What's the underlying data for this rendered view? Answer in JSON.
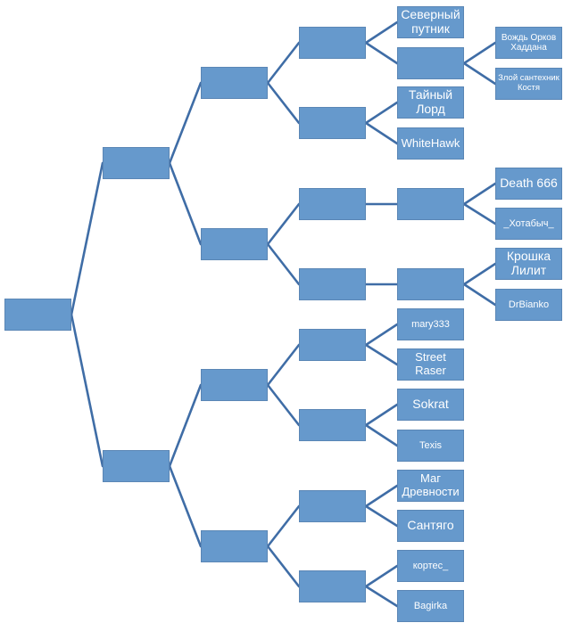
{
  "players": {
    "severny_putnik": "Северный путник",
    "vozhd_orkov": "Вождь Орков Хаддана",
    "zloy_santehnik": "Злой сантехник Костя",
    "tayny_lord": "Тайный Лорд",
    "whitehawk": "WhiteHawk",
    "death666": "Death 666",
    "hotabych": "_Хотабыч_",
    "kroshka_lilit": "Крошка Лилит",
    "drbianko": "DrBianko",
    "mary333": "mary333",
    "street_raser": "Street Raser",
    "sokrat": "Sokrat",
    "texis": "Texis",
    "mag_drevnosti": "Маг Древности",
    "santyago": "Сантяго",
    "kortes": "кортес_",
    "bagirka": "Bagirka"
  },
  "colors": {
    "box_fill": "#6699cc",
    "box_border": "#5a86b5",
    "connector": "#3f6da6",
    "text": "#ffffff"
  }
}
